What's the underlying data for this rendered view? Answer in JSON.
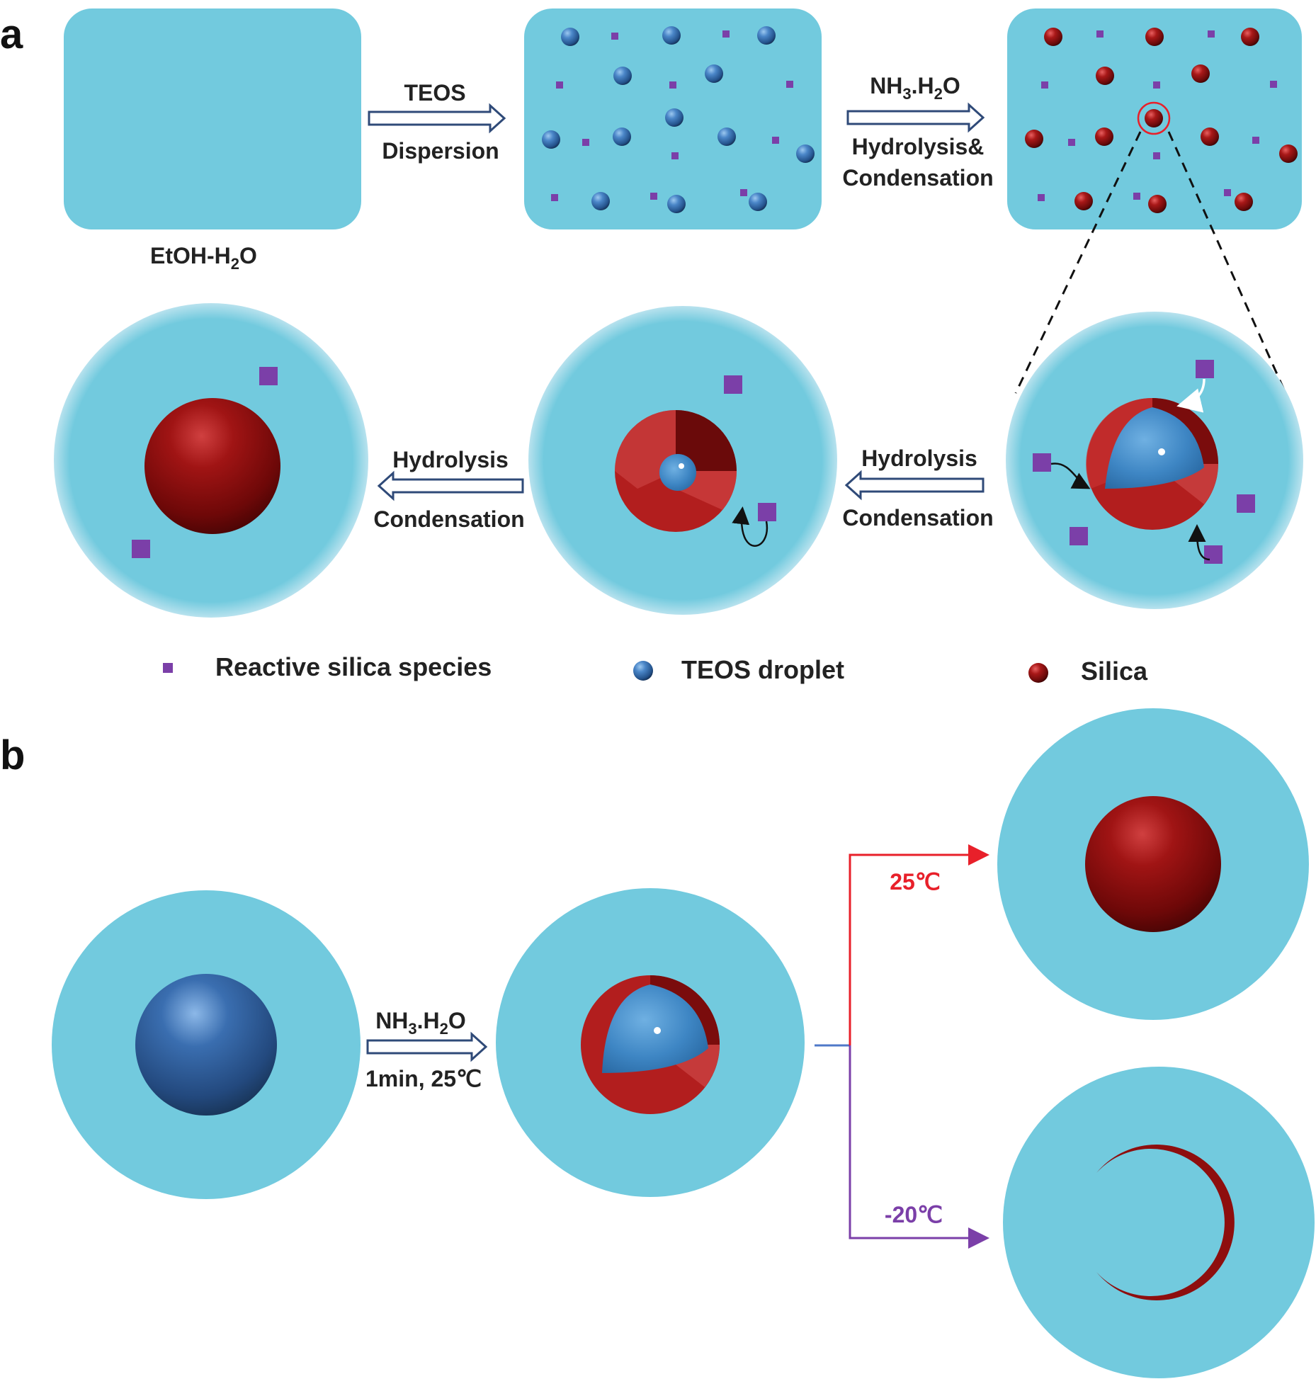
{
  "panels": {
    "a": "a",
    "b": "b"
  },
  "colors": {
    "medium": "#72CADE",
    "species": "#7B3FA8",
    "teos": "#3C78BE",
    "silica": "#A01818",
    "arrow_outline": "#2F4A78",
    "hot": "#E8202A",
    "cold": "#7B3FA8",
    "connector": "#4F79C8"
  },
  "stage_a": {
    "box1_label": "EtOH-H",
    "box1_label_sub": "2",
    "box1_label_end": "O",
    "arrow1_top": "TEOS",
    "arrow1_bottom": "Dispersion",
    "arrow2_top_pre": "NH",
    "arrow2_top_sub": "3",
    "arrow2_top_mid": ".H",
    "arrow2_top_sub2": "2",
    "arrow2_top_end": "O",
    "arrow2_bottom1": "Hydrolysis&",
    "arrow2_bottom2": "Condensation",
    "arrow3_top": "Hydrolysis",
    "arrow3_bottom": "Condensation",
    "arrow4_top": "Hydrolysis",
    "arrow4_bottom": "Condensation"
  },
  "legend": [
    {
      "icon": "square-icon",
      "label": "Reactive silica species"
    },
    {
      "icon": "blue-sphere-icon",
      "label": "TEOS droplet"
    },
    {
      "icon": "red-sphere-icon",
      "label": "Silica"
    }
  ],
  "stage_b": {
    "arrow_top_pre": "NH",
    "arrow_top_sub": "3",
    "arrow_top_mid": ".H",
    "arrow_top_sub2": "2",
    "arrow_top_end": "O",
    "arrow_bottom": "1min, 25℃",
    "branch_hot": "25℃",
    "branch_cold": "-20℃"
  }
}
